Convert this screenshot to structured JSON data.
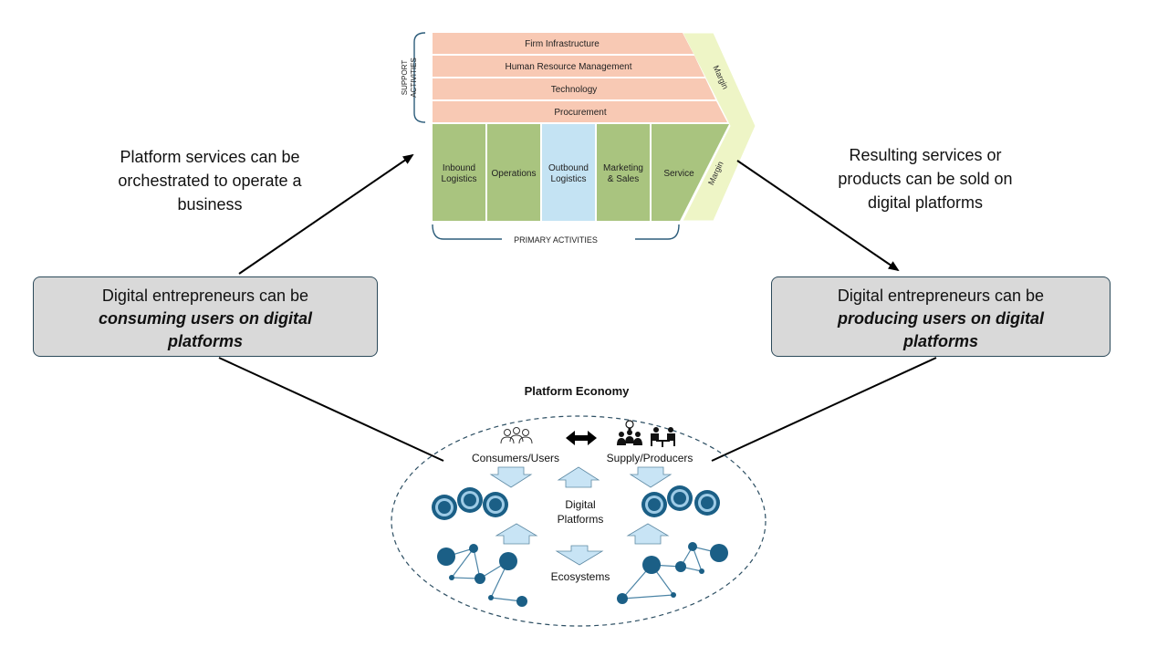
{
  "value_chain": {
    "support_label_line1": "SUPPORT",
    "support_label_line2": "ACTIVITIES",
    "support_rows": [
      "Firm Infrastructure",
      "Human Resource Management",
      "Technology",
      "Procurement"
    ],
    "primary_cols": [
      {
        "line1": "Inbound",
        "line2": "Logistics"
      },
      {
        "line1": "Operations",
        "line2": ""
      },
      {
        "line1": "Outbound",
        "line2": "Logistics"
      },
      {
        "line1": "Marketing",
        "line2": "& Sales"
      },
      {
        "line1": "Service",
        "line2": ""
      }
    ],
    "margin_top": "Margin",
    "margin_bottom": "Margin",
    "primary_label": "PRIMARY ACTIVITIES"
  },
  "captions": {
    "left": [
      "Platform services can be",
      "orchestrated to operate a",
      "business"
    ],
    "right": [
      "Resulting services or",
      "products can be sold on",
      "digital platforms"
    ]
  },
  "roles": {
    "consumer": {
      "line1": "Digital entrepreneurs can be",
      "line2": "consuming users on digital",
      "line3": "platforms"
    },
    "producer": {
      "line1": "Digital entrepreneurs can be",
      "line2": "producing users on digital",
      "line3": "platforms"
    }
  },
  "platform_economy": {
    "title": "Platform Economy",
    "consumers_label": "Consumers/Users",
    "suppliers_label": "Supply/Producers",
    "platforms_line1": "Digital",
    "platforms_line2": "Platforms",
    "ecosystems_label": "Ecosystems"
  },
  "colors": {
    "support_fill": "#f8c9b4",
    "primary_fill": "#a9c47f",
    "highlight_fill": "#c4e3f3",
    "margin_fill": "#eef5c6",
    "node_blue": "#1b5f86",
    "arrow_fill": "#c8e4f5"
  },
  "icons": [
    "users-outline-icon",
    "double-arrow-icon",
    "idea-team-icon",
    "meeting-icon"
  ]
}
